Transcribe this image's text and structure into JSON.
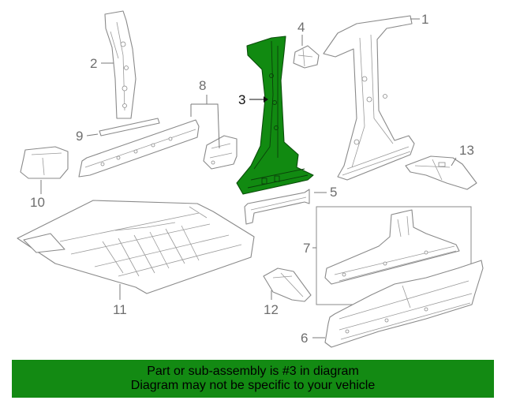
{
  "callouts": {
    "c1": "1",
    "c2": "2",
    "c3": "3",
    "c4": "4",
    "c5": "5",
    "c6": "6",
    "c7": "7",
    "c8": "8",
    "c9": "9",
    "c10": "10",
    "c11": "11",
    "c12": "12",
    "c13": "13"
  },
  "highlight": {
    "part": "3",
    "color": "#138a13"
  },
  "banner": {
    "line1": "Part or sub-assembly is #3 in diagram",
    "line2": "Diagram may not be specific to your vehicle",
    "background": "#138a13"
  }
}
